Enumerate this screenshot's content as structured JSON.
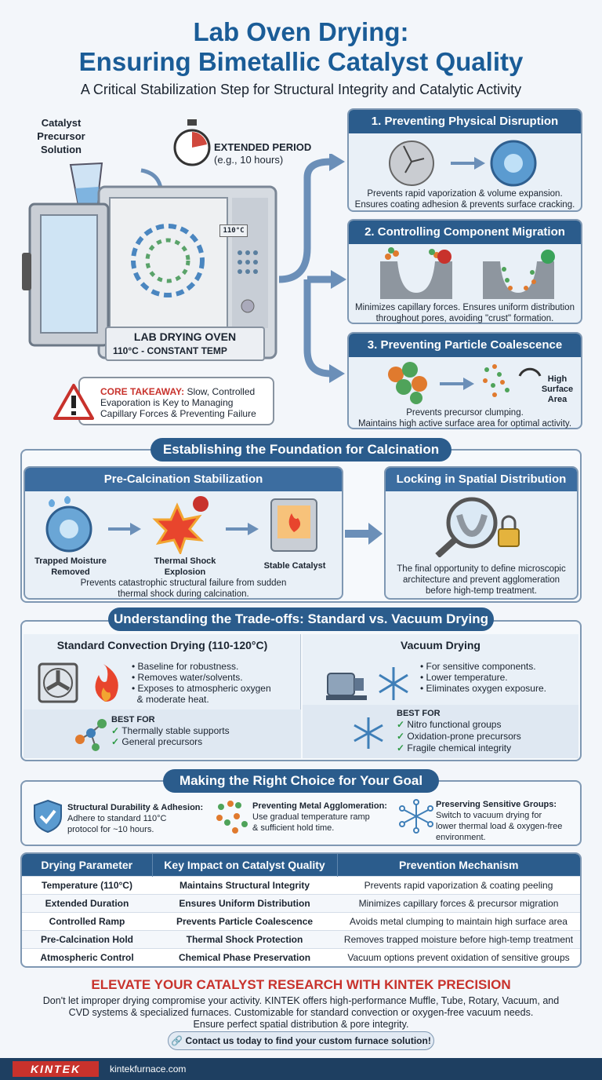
{
  "header": {
    "title_line1": "Lab Oven Drying:",
    "title_line2": "Ensuring Bimetallic Catalyst Quality",
    "subtitle": "A Critical Stabilization Step for Structural Integrity and Catalytic Activity"
  },
  "oven": {
    "precursor_label_1": "Catalyst",
    "precursor_label_2": "Precursor",
    "precursor_label_3": "Solution",
    "timer_label": "EXTENDED PERIOD",
    "timer_sub": "(e.g., 10 hours)",
    "display": "110°C",
    "name": "LAB DRYING OVEN",
    "temp": "110°C - CONSTANT TEMP"
  },
  "takeaway": {
    "lead": "CORE TAKEAWAY:",
    "line1": " Slow, Controlled",
    "line2": "Evaporation is Key to Managing",
    "line3": "Capillary Forces & Preventing Failure"
  },
  "benefits": [
    {
      "title": "1. Preventing Physical Disruption",
      "line1": "Prevents rapid vaporization & volume expansion.",
      "line2": "Ensures coating adhesion & prevents surface cracking."
    },
    {
      "title": "2. Controlling Component Migration",
      "line1": "Minimizes capillary forces. Ensures uniform distribution",
      "line2": "throughout pores, avoiding \"crust\" formation."
    },
    {
      "title": "3. Preventing Particle Coalescence",
      "line1": "Prevents precursor clumping.",
      "line2": "Maintains high active surface area for optimal activity.",
      "gauge_1": "High",
      "gauge_2": "Surface",
      "gauge_3": "Area"
    }
  ],
  "foundation": {
    "title": "Establishing the Foundation for Calcination",
    "left_title": "Pre-Calcination Stabilization",
    "step1_a": "Trapped Moisture",
    "step1_b": "Removed",
    "step2_a": "Thermal Shock",
    "step2_b": "Explosion",
    "step3": "Stable Catalyst",
    "left_line1": "Prevents catastrophic structural failure from sudden",
    "left_line2": "thermal shock during calcination.",
    "right_title": "Locking in Spatial Distribution",
    "right_line1": "The final opportunity to define microscopic",
    "right_line2": "architecture and prevent agglomeration",
    "right_line3": "before high-temp treatment."
  },
  "tradeoffs": {
    "title": "Understanding the Trade-offs: Standard vs. Vacuum Drying",
    "std_title": "Standard Convection Drying (110-120°C)",
    "std_b1": "• Baseline for robustness.",
    "std_b2": "• Removes water/solvents.",
    "std_b3": "• Exposes to atmospheric oxygen",
    "std_b4": "  & moderate heat.",
    "std_best": "BEST FOR",
    "std_f1": "Thermally stable supports",
    "std_f2": "General precursors",
    "vac_title": "Vacuum Drying",
    "vac_b1": "• For sensitive components.",
    "vac_b2": "• Lower temperature.",
    "vac_b3": "• Eliminates oxygen exposure.",
    "vac_best": "BEST FOR",
    "vac_f1": "Nitro functional groups",
    "vac_f2": "Oxidation-prone precursors",
    "vac_f3": "Fragile chemical integrity"
  },
  "choice": {
    "title": "Making the Right Choice for Your Goal",
    "c1_title": "Structural Durability & Adhesion:",
    "c1_l1": "Adhere to standard 110°C",
    "c1_l2": "protocol for ~10 hours.",
    "c2_title": "Preventing Metal Agglomeration:",
    "c2_l1": "Use gradual temperature ramp",
    "c2_l2": "& sufficient hold time.",
    "c3_title": "Preserving Sensitive Groups:",
    "c3_l1": "Switch to vacuum drying for",
    "c3_l2": "lower thermal load & oxygen-free",
    "c3_l3": "environment."
  },
  "table": {
    "headers": [
      "Drying Parameter",
      "Key Impact on Catalyst Quality",
      "Prevention Mechanism"
    ],
    "rows": [
      [
        "Temperature (110°C)",
        "Maintains Structural Integrity",
        "Prevents rapid vaporization & coating peeling"
      ],
      [
        "Extended Duration",
        "Ensures Uniform Distribution",
        "Minimizes capillary forces & precursor migration"
      ],
      [
        "Controlled Ramp",
        "Prevents Particle Coalescence",
        "Avoids metal clumping to maintain high surface area"
      ],
      [
        "Pre-Calcination Hold",
        "Thermal Shock Protection",
        "Removes trapped moisture before high-temp treatment"
      ],
      [
        "Atmospheric Control",
        "Chemical Phase Preservation",
        "Vacuum options prevent oxidation of sensitive groups"
      ]
    ]
  },
  "cta": {
    "title": "ELEVATE YOUR CATALYST RESEARCH WITH KINTEK PRECISION",
    "l1": "Don't let improper drying compromise your activity. KINTEK offers high-performance Muffle, Tube, Rotary, Vacuum, and",
    "l2": "CVD systems & specialized furnaces. Customizable for standard convection or oxygen-free vacuum needs.",
    "l3": "Ensure perfect spatial distribution & pore integrity.",
    "button": "Contact us today to find your custom furnace solution!"
  },
  "footer": {
    "brand": "KINTEK",
    "url": "kintekfurnace.com"
  },
  "colors": {
    "primary": "#2b5c8c",
    "title": "#1a5c97",
    "accent_red": "#c8322c",
    "check": "#2e9a45"
  }
}
